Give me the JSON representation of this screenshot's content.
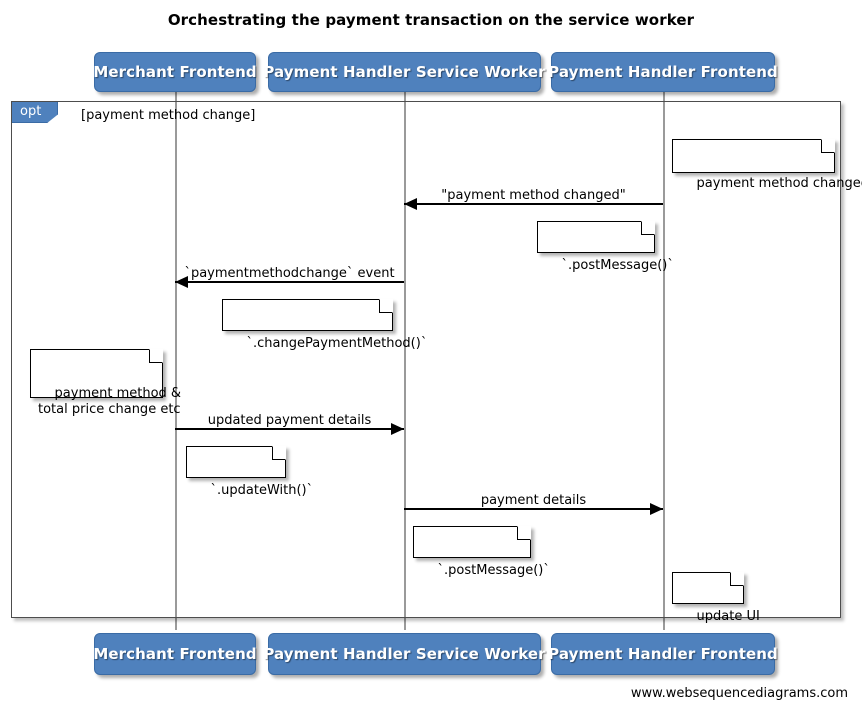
{
  "diagram": {
    "title": "Orchestrating the payment transaction on the service worker",
    "footer": "www.websequencediagrams.com",
    "type": "uml-sequence-diagram",
    "colors": {
      "actor_fill": "#4f81bd",
      "actor_text": "#ffffff",
      "line": "#000000",
      "lifeline": "#9a9a9a",
      "fragment_border": "#4d4d4d",
      "note_fill": "#ffffff",
      "background": "#ffffff"
    }
  },
  "participants": [
    {
      "id": "merchant-frontend",
      "label": "Merchant Frontend"
    },
    {
      "id": "payment-handler-service-worker",
      "label": "Payment Handler Service Worker"
    },
    {
      "id": "payment-handler-frontend",
      "label": "Payment Handler Frontend"
    }
  ],
  "fragment": {
    "operator": "opt",
    "guard": "[payment method change]"
  },
  "messages": [
    {
      "id": "msg-payment-method-changed",
      "label": "\"payment method changed\"",
      "from": "payment-handler-frontend",
      "to": "payment-handler-service-worker",
      "direction": "left"
    },
    {
      "id": "msg-paymentmethodchange-event",
      "label": "`paymentmethodchange` event",
      "from": "payment-handler-service-worker",
      "to": "merchant-frontend",
      "direction": "left"
    },
    {
      "id": "msg-updated-payment-details",
      "label": "updated payment details",
      "from": "merchant-frontend",
      "to": "payment-handler-service-worker",
      "direction": "right"
    },
    {
      "id": "msg-payment-details",
      "label": "payment details",
      "from": "payment-handler-service-worker",
      "to": "payment-handler-frontend",
      "direction": "right"
    }
  ],
  "notes": [
    {
      "id": "note-payment-method-changed",
      "text": "payment method changed",
      "over": "payment-handler-frontend"
    },
    {
      "id": "note-post-message-1",
      "text": "`.postMessage()`",
      "over": "payment-handler-frontend"
    },
    {
      "id": "note-change-payment-method",
      "text": "`.changePaymentMethod()`",
      "over": "payment-handler-service-worker"
    },
    {
      "id": "note-payment-method-total-price",
      "text": "payment method &\ntotal price change etc",
      "over": "merchant-frontend"
    },
    {
      "id": "note-update-with",
      "text": "`.updateWith()`",
      "over": "merchant-frontend"
    },
    {
      "id": "note-post-message-2",
      "text": "`.postMessage()`",
      "over": "payment-handler-service-worker"
    },
    {
      "id": "note-update-ui",
      "text": "update UI",
      "over": "payment-handler-frontend"
    }
  ]
}
